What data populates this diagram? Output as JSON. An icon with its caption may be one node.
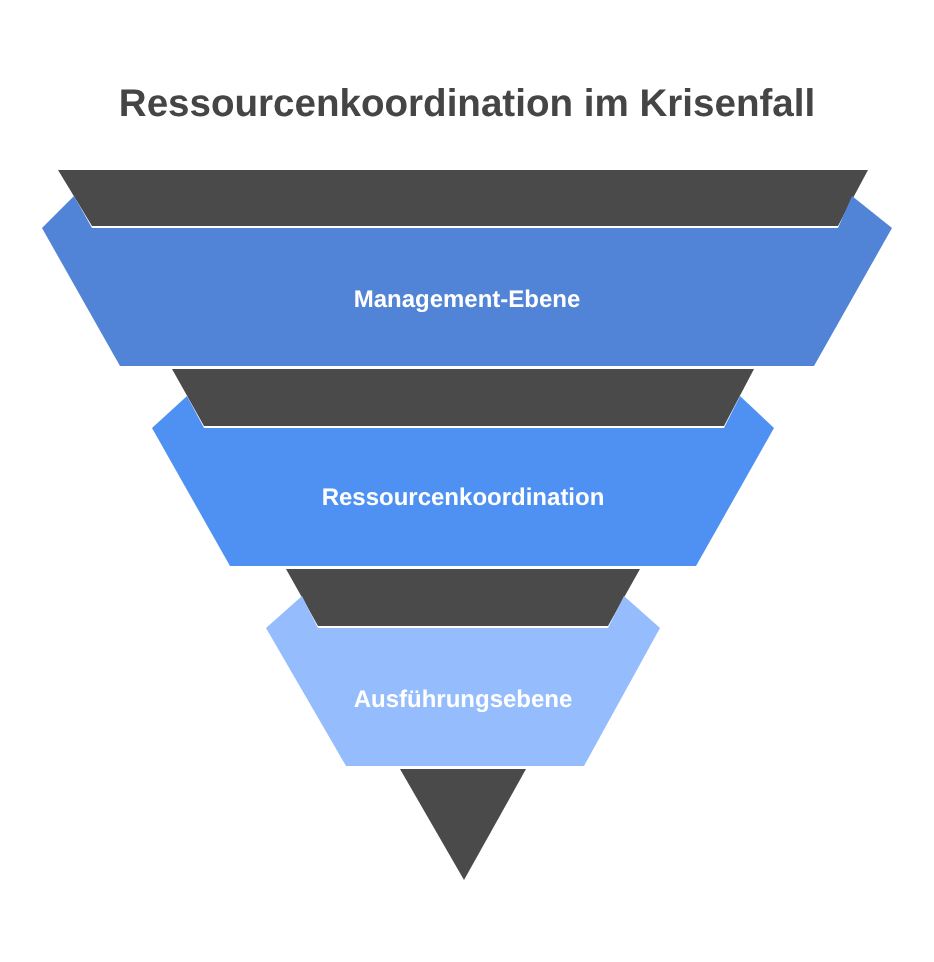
{
  "diagram": {
    "title": "Ressourcenkoordination im Krisenfall",
    "nodes": [
      {
        "text": [
          "Management-Ebene"
        ]
      },
      {
        "text": [
          "Ressourcenkoordination"
        ]
      },
      {
        "text": [
          "Ausführungsebene"
        ]
      }
    ]
  }
}
